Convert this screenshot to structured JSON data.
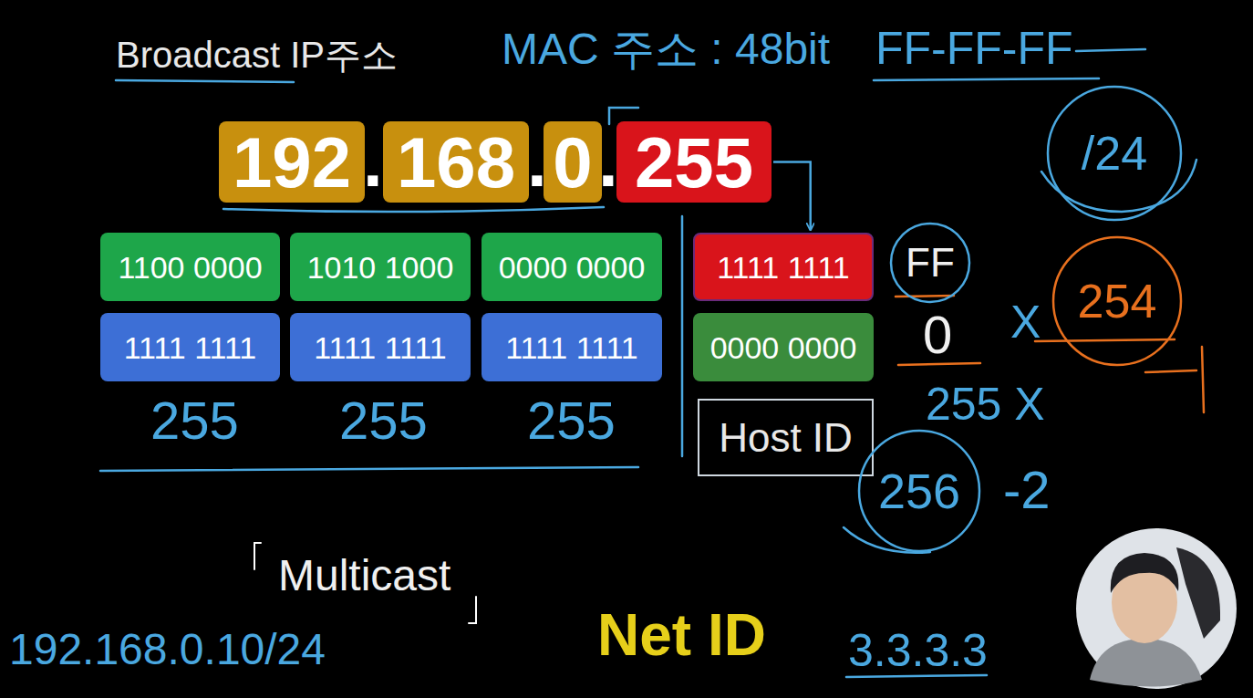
{
  "diagram": {
    "title": "Broadcast IP주소",
    "nodes": [
      {
        "text": [
          "192"
        ]
      },
      {
        "text": [
          "168"
        ]
      },
      {
        "text": [
          "0"
        ]
      },
      {
        "text": [
          "255"
        ]
      },
      {
        "text": [
          "1100 0000"
        ]
      },
      {
        "text": [
          "1010 1000"
        ]
      },
      {
        "text": [
          "0000 0000"
        ]
      },
      {
        "text": [
          "1111 1111"
        ]
      },
      {
        "text": [
          "1111 1111"
        ]
      },
      {
        "text": [
          "1111 1111"
        ]
      },
      {
        "text": [
          "1111 1111"
        ]
      },
      {
        "text": [
          "0000 0000"
        ]
      },
      {
        "text": [
          "Host ID"
        ]
      },
      {
        "text": [
          "/24"
        ]
      },
      {
        "text": [
          "FF"
        ]
      },
      {
        "text": [
          "254"
        ]
      },
      {
        "text": [
          "256"
        ]
      }
    ],
    "edges": [
      {
        "from": 3,
        "to": 7,
        "arrow": "to"
      }
    ],
    "labels": [
      "MAC 주소 : 48bit",
      "FF-FF-FF",
      ".",
      ".",
      ".",
      "255",
      "255",
      "255",
      "0",
      "X",
      "255 X",
      "-2",
      "Multicast",
      "192.168.0.10/24",
      "Net ID",
      "3.3.3.3"
    ]
  }
}
